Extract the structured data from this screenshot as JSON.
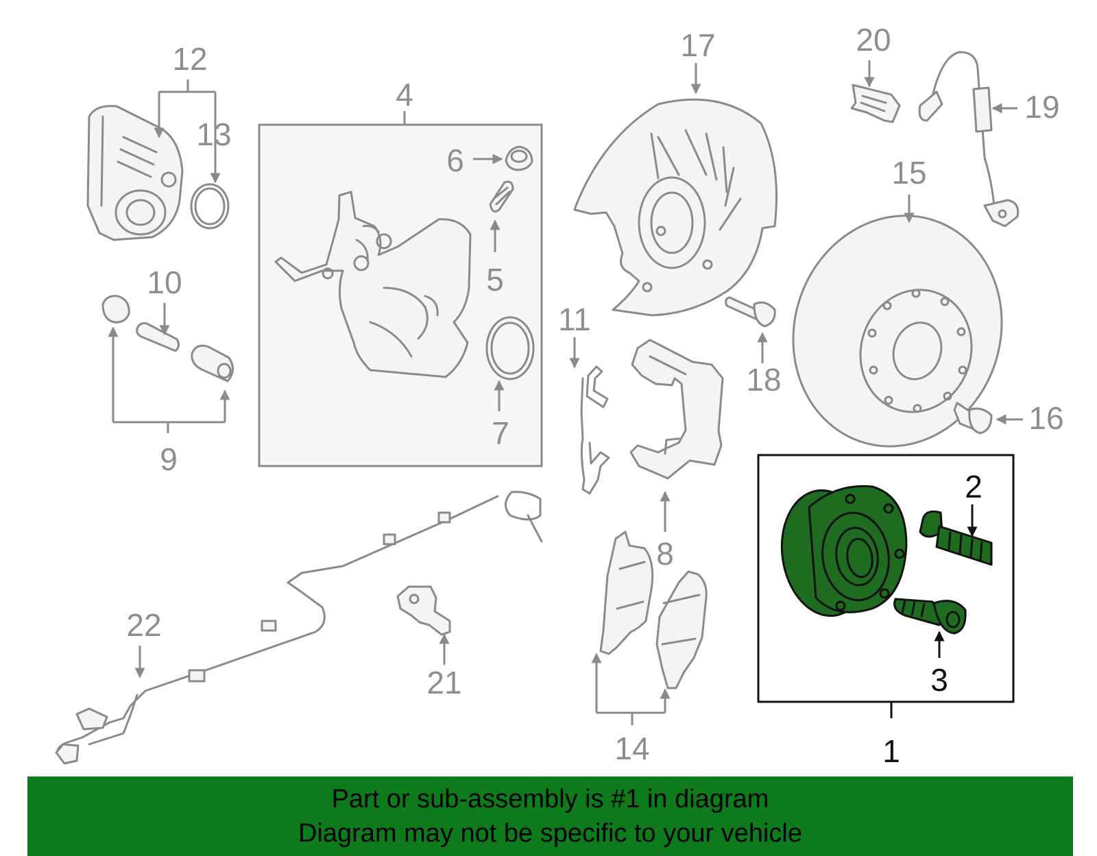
{
  "labels": {
    "p1": "1",
    "p2": "2",
    "p3": "3",
    "p4": "4",
    "p5": "5",
    "p6": "6",
    "p7": "7",
    "p8": "8",
    "p9": "9",
    "p10": "10",
    "p11": "11",
    "p12": "12",
    "p13": "13",
    "p14": "14",
    "p15": "15",
    "p16": "16",
    "p17": "17",
    "p18": "18",
    "p19": "19",
    "p20": "20",
    "p21": "21",
    "p22": "22"
  },
  "colors": {
    "highlight_part": "#1f6b1f",
    "banner_background": "#0d7a1b",
    "line_gray": "#8a8a8a",
    "label_gray": "#8e8e8e"
  },
  "banner": {
    "line1": "Part or sub-assembly is #1 in diagram",
    "line2": "Diagram may not be specific to your vehicle"
  }
}
